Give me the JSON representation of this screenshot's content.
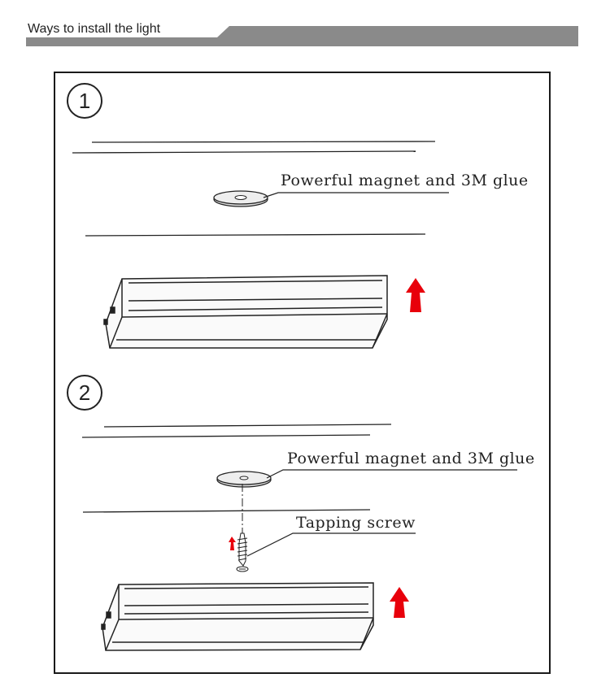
{
  "header": {
    "title": "Ways to install the light",
    "bar_color": "#8a8a8a"
  },
  "steps": [
    {
      "number": "1",
      "callout": "Powerful magnet and 3M glue"
    },
    {
      "number": "2",
      "callout_magnet": "Powerful magnet and 3M glue",
      "callout_screw": "Tapping screw"
    }
  ],
  "arrow_color": "#e8000b",
  "icons": [
    "up-arrow-icon",
    "magnet-disc-icon",
    "screw-icon"
  ]
}
